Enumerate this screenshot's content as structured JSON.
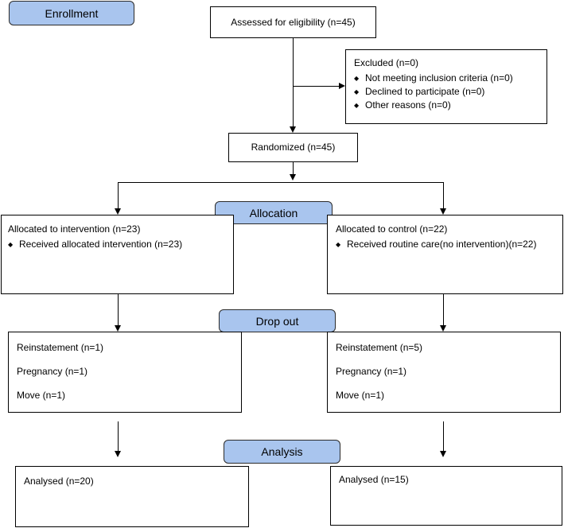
{
  "stages": {
    "enrollment": "Enrollment",
    "allocation": "Allocation",
    "dropout": "Drop out",
    "analysis": "Analysis"
  },
  "assessed": "Assessed for eligibility (n=45)",
  "excluded": {
    "title": "Excluded  (n=0)",
    "items": [
      "Not meeting inclusion criteria (n=0)",
      "Declined to participate (n=0)",
      "Other reasons (n=0)"
    ]
  },
  "randomized": "Randomized (n=45)",
  "intervention": {
    "allocated": "Allocated to intervention (n=23)",
    "item": "Received allocated intervention (n=23)",
    "dropout": [
      "Reinstatement (n=1)",
      "Pregnancy (n=1)",
      "Move (n=1)"
    ],
    "analysed": "Analysed (n=20)"
  },
  "control": {
    "allocated": "Allocated to control (n=22)",
    "item": "Received routine care(no intervention)(n=22)",
    "dropout": [
      "Reinstatement (n=5)",
      "Pregnancy (n=1)",
      "Move (n=1)"
    ],
    "analysed": "Analysed  (n=15)"
  },
  "colors": {
    "stage_fill": "#a9c5ee",
    "line": "#000000"
  },
  "bullet_icon": "diamond-bullet-icon"
}
